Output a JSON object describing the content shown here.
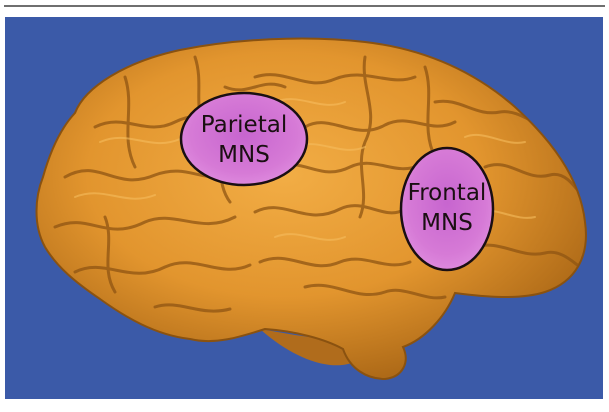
{
  "figure": {
    "background_color": "#3b5aa8",
    "brain_color": "#e2952e",
    "region_fill_color": "#d67ad6",
    "region_outline_color": "#1a0f12"
  },
  "regions": [
    {
      "id": "parietal",
      "line1": "Parietal",
      "line2": "MNS"
    },
    {
      "id": "frontal",
      "line1": "Frontal",
      "line2": "MNS"
    }
  ]
}
